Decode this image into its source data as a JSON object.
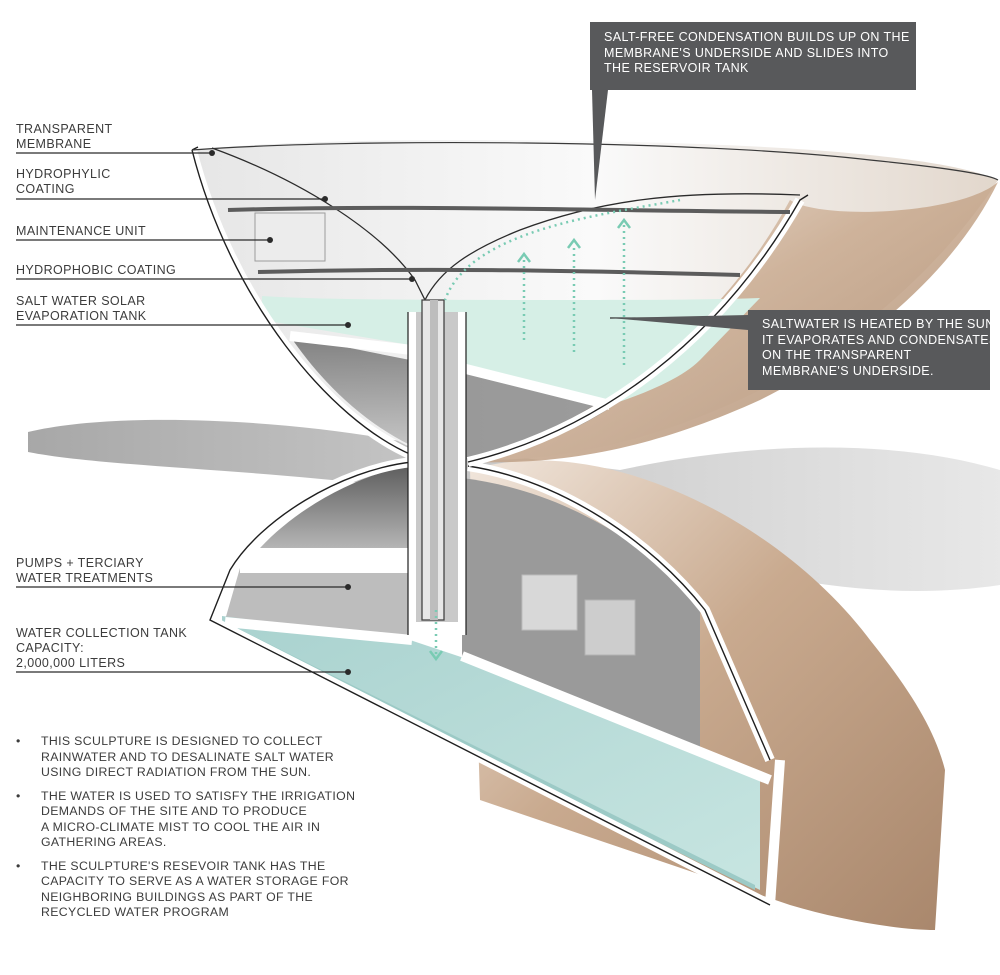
{
  "labels": {
    "transparent_membrane": [
      "TRANSPARENT",
      "MEMBRANE"
    ],
    "hydrophylic_coating": [
      "HYDROPHYLIC",
      "COATING"
    ],
    "maintenance_unit": [
      "MAINTENANCE UNIT"
    ],
    "hydrophobic_coating": [
      "HYDROPHOBIC COATING"
    ],
    "salt_water_tank": [
      "SALT WATER SOLAR",
      "EVAPORATION TANK"
    ],
    "pumps": [
      "PUMPS + TERCIARY",
      "WATER TREATMENTS"
    ],
    "collection_tank": [
      "WATER COLLECTION TANK",
      "CAPACITY:",
      "2,000,000 LITERS"
    ]
  },
  "callouts": {
    "condensation": [
      "SALT-FREE CONDENSATION BUILDS UP ON THE",
      "MEMBRANE'S UNDERSIDE AND SLIDES INTO",
      "THE RESERVOIR TANK"
    ],
    "saltwater": [
      "SALTWATER IS HEATED BY THE SUN.",
      "IT EVAPORATES AND CONDENSATES",
      "ON THE TRANSPARENT",
      "MEMBRANE'S UNDERSIDE."
    ]
  },
  "notes": [
    {
      "bullet": "•",
      "lines": [
        "THIS SCULPTURE IS DESIGNED TO COLLECT",
        "RAINWATER AND TO DESALINATE SALT WATER",
        "USING DIRECT RADIATION FROM THE SUN."
      ]
    },
    {
      "bullet": "•",
      "lines": [
        "THE WATER IS USED TO SATISFY THE IRRIGATION",
        "DEMANDS OF THE SITE AND TO PRODUCE",
        "A MICRO-CLIMATE MIST TO COOL THE AIR IN",
        "GATHERING AREAS."
      ]
    },
    {
      "bullet": "•",
      "lines": [
        "THE SCULPTURE'S RESEVOIR TANK HAS THE",
        "CAPACITY TO SERVE AS A WATER STORAGE FOR",
        "NEIGHBORING BUILDINGS AS PART OF THE",
        "RECYCLED WATER PROGRAM"
      ]
    }
  ],
  "colors": {
    "callout_bg": "#58595b",
    "salt_water": "#d6efe6",
    "collection_water": "#b9dcd9",
    "wood": "#c9aa8f",
    "vapor_arrows": "#79cbb3"
  }
}
